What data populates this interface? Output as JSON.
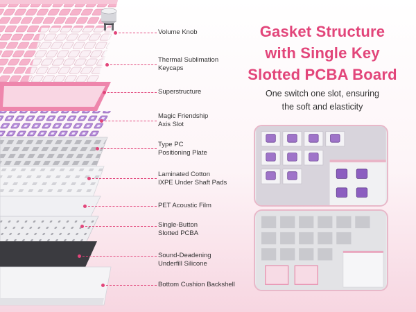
{
  "headline": {
    "line1": "Gasket Structure",
    "line2": "with Single Key",
    "line3": "Slotted PCBA Board"
  },
  "tagline": {
    "line1": "One switch one slot, ensuring",
    "line2": "the soft and elasticity"
  },
  "layers": [
    {
      "line1": "Volume Knob",
      "line2": ""
    },
    {
      "line1": "Thermal Sublimation",
      "line2": "Keycaps"
    },
    {
      "line1": "Superstructure",
      "line2": ""
    },
    {
      "line1": "Magic Friendship",
      "line2": "Axis Slot"
    },
    {
      "line1": "Type PC",
      "line2": "Positioning Plate"
    },
    {
      "line1": "Laminated Cotton",
      "line2": "IXPE Under Shaft Pads"
    },
    {
      "line1": "PET Acoustic Film",
      "line2": ""
    },
    {
      "line1": "Single-Button",
      "line2": "Slotted PCBA"
    },
    {
      "line1": "Sound-Deadening",
      "line2": "Underfill Silicone"
    },
    {
      "line1": "Bottom Cushion Backshell",
      "line2": ""
    }
  ],
  "colors": {
    "accent": "#e2457a",
    "keycap_pink": "#f4a9c4",
    "keycap_white": "#fafafa",
    "case_pink": "#ee7fa6",
    "switch_purple": "#a87bd1",
    "plate_grey": "#d9d9dd",
    "film_dark": "#3a3a3e"
  },
  "icons": {
    "knob": "volume-knob-icon"
  }
}
